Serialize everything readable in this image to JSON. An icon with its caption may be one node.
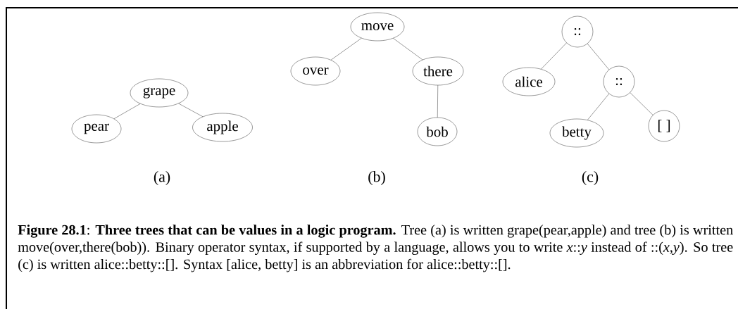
{
  "diagram": {
    "caption": "**Figure 28.1**: **Three trees that can be values in a logic program.** Tree (a) is written grape(pear,apple) and tree (b) is written move(over,there(bob)). Binary operator syntax, if supported by a language, allows you to write *x*::*y* instead of ::(*x*,*y*). So tree (c) is written alice::betty::[]. Syntax [alice, betty] is an abbreviation for alice::betty::[].",
    "nodes": [
      {
        "text": [
          "grape"
        ]
      },
      {
        "text": [
          "pear"
        ]
      },
      {
        "text": [
          "apple"
        ]
      },
      {
        "text": [
          "move"
        ]
      },
      {
        "text": [
          "over"
        ]
      },
      {
        "text": [
          "there"
        ]
      },
      {
        "text": [
          "bob"
        ]
      },
      {
        "text": [
          "::"
        ]
      },
      {
        "text": [
          "alice"
        ]
      },
      {
        "text": [
          "::"
        ]
      },
      {
        "text": [
          "betty"
        ]
      },
      {
        "text": [
          "[ ]"
        ]
      }
    ],
    "edges": [
      {
        "from": 0,
        "to": 1,
        "arrow": "none"
      },
      {
        "from": 0,
        "to": 2,
        "arrow": "none"
      },
      {
        "from": 3,
        "to": 4,
        "arrow": "none"
      },
      {
        "from": 3,
        "to": 5,
        "arrow": "none"
      },
      {
        "from": 5,
        "to": 6,
        "arrow": "none"
      },
      {
        "from": 7,
        "to": 8,
        "arrow": "none"
      },
      {
        "from": 7,
        "to": 9,
        "arrow": "none"
      },
      {
        "from": 9,
        "to": 10,
        "arrow": "none"
      },
      {
        "from": 9,
        "to": 11,
        "arrow": "none"
      }
    ],
    "labels": [
      "(a)",
      "(b)",
      "(c)"
    ]
  }
}
